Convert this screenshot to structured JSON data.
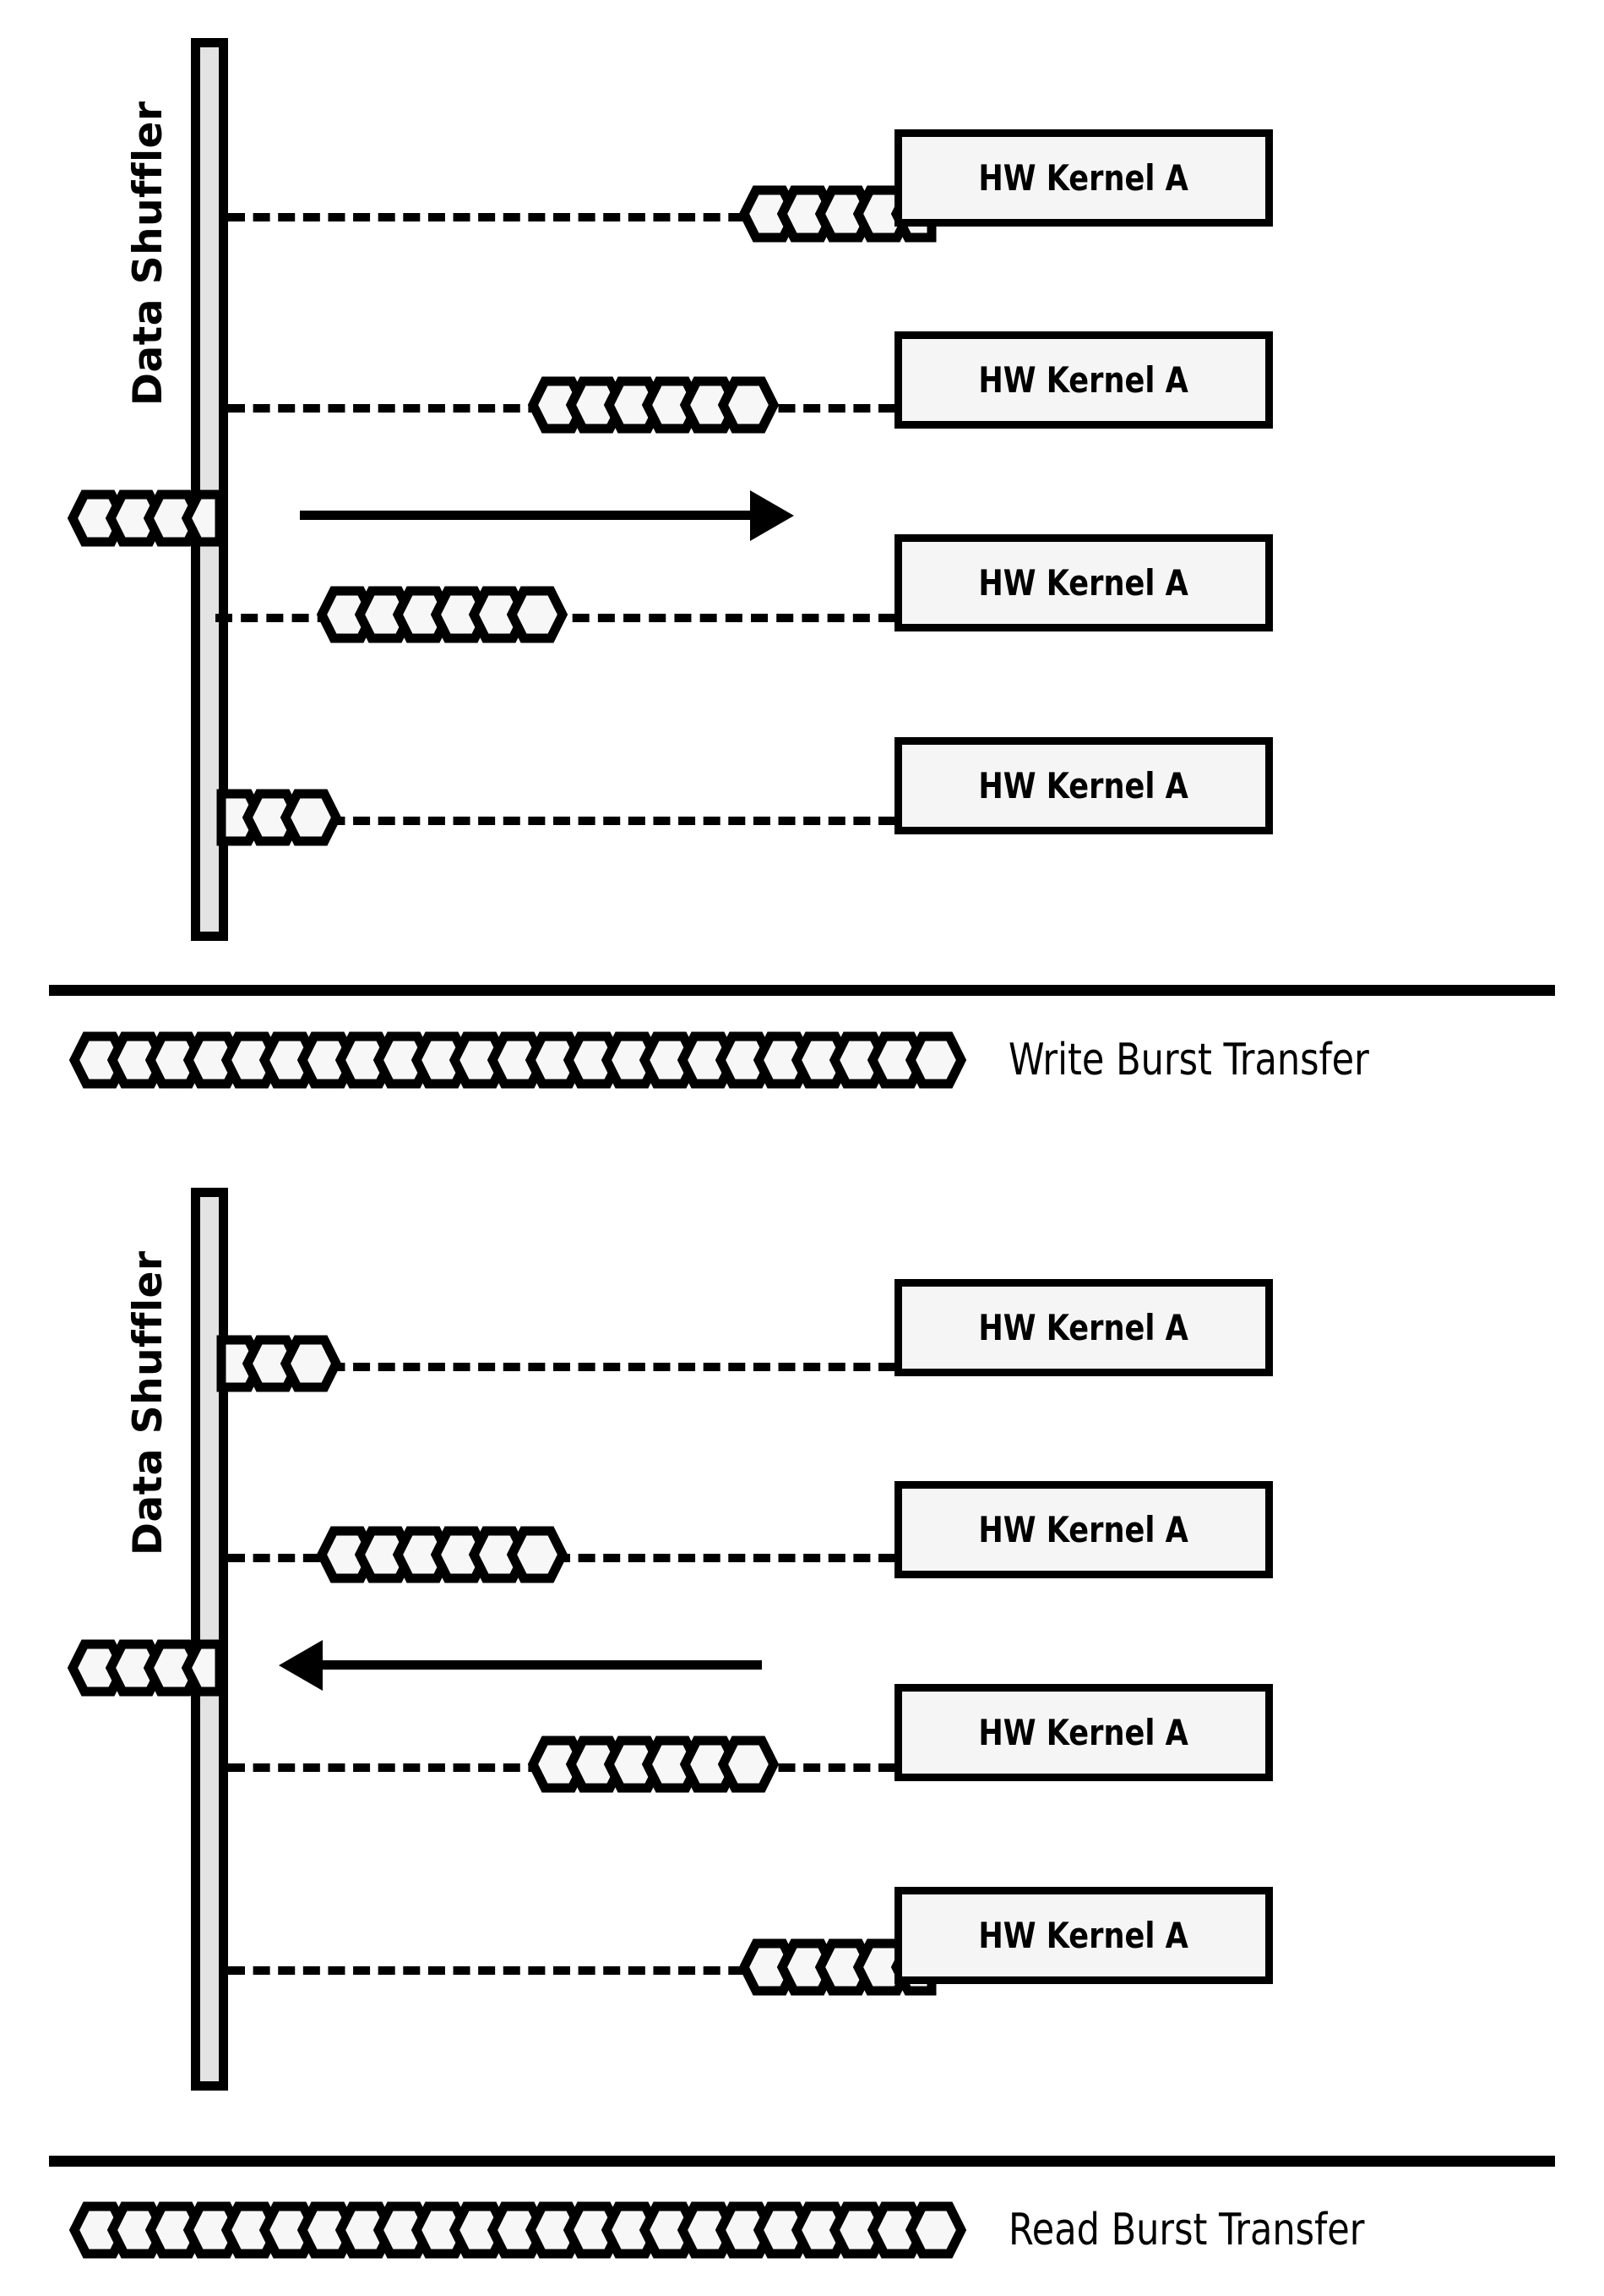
{
  "diagram": {
    "title": "Data Shuffler burst transfer diagram",
    "colors": {
      "stroke": "#000000",
      "kernel_fill": "#f5f5f5",
      "shuffler_fill": "#e3e3e3",
      "hexagon_fill": "#f7f7f7",
      "background": "#ffffff"
    }
  },
  "panels": [
    {
      "id": "write",
      "shuffler_label": "Data Shuffler",
      "arrow_direction": "right",
      "kernels": [
        {
          "label": "HW Kernel A"
        },
        {
          "label": "HW Kernel A"
        },
        {
          "label": "HW Kernel A"
        },
        {
          "label": "HW Kernel A"
        }
      ],
      "channels": [
        {
          "hex_count": 5,
          "hex_position": "near-kernel"
        },
        {
          "hex_count": 6,
          "hex_position": "mid-right"
        },
        {
          "hex_count": 6,
          "hex_position": "mid-left"
        },
        {
          "hex_count": 3,
          "hex_position": "at-shuffler"
        }
      ],
      "input_hex_count": 4
    },
    {
      "id": "read",
      "shuffler_label": "Data Shuffler",
      "arrow_direction": "left",
      "kernels": [
        {
          "label": "HW Kernel A"
        },
        {
          "label": "HW Kernel A"
        },
        {
          "label": "HW Kernel A"
        },
        {
          "label": "HW Kernel A"
        }
      ],
      "channels": [
        {
          "hex_count": 3,
          "hex_position": "at-shuffler"
        },
        {
          "hex_count": 6,
          "hex_position": "mid-left"
        },
        {
          "hex_count": 6,
          "hex_position": "mid-right"
        },
        {
          "hex_count": 5,
          "hex_position": "near-kernel"
        }
      ],
      "output_hex_count": 4
    }
  ],
  "legends": [
    {
      "id": "write-legend",
      "label": "Write Burst Transfer",
      "hex_count": 23
    },
    {
      "id": "read-legend",
      "label": "Read Burst Transfer",
      "hex_count": 23
    }
  ]
}
